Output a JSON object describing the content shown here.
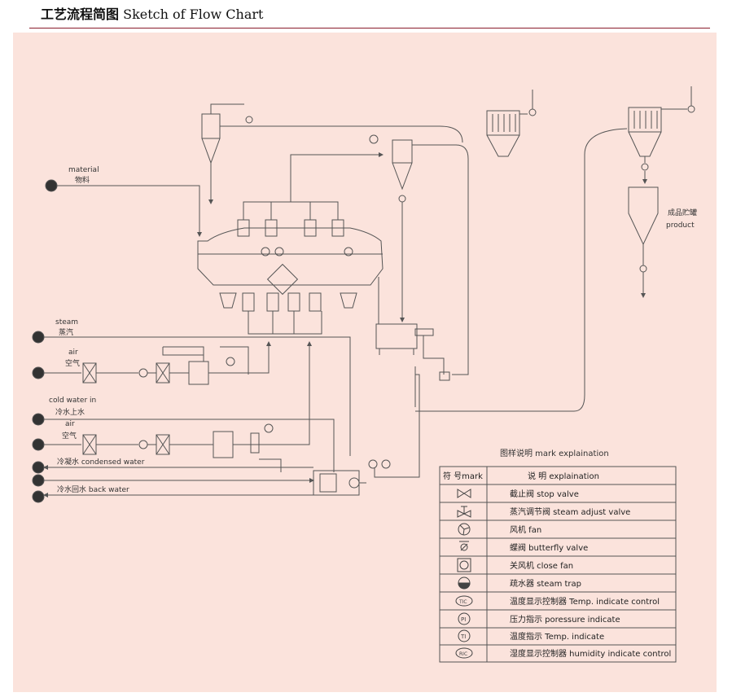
{
  "header": {
    "title_cn": "工艺流程简图",
    "title_en": "Sketch of Flow Chart"
  },
  "labels": {
    "material_en": "material",
    "material_cn": "物料",
    "steam_en": "steam",
    "steam_cn": "蒸汽",
    "air1_en": "air",
    "air1_cn": "空气",
    "cold_en": "cold water in",
    "cold_cn": "冷水上水",
    "air2_en": "air",
    "air2_cn": "空气",
    "condensed": "冷凝水  condensed water",
    "back": "冷水回水  back water",
    "product_cn": "成品贮罐",
    "product_en": "product"
  },
  "legend": {
    "title": "图样说明    mark explaination",
    "col_mark": "符 号mark",
    "col_desc": "说  明   explaination",
    "rows": [
      {
        "icon": "stop-valve-icon",
        "text": "截止阀 stop valve"
      },
      {
        "icon": "steam-adjust-valve-icon",
        "text": "蒸汽调节阀 steam adjust valve"
      },
      {
        "icon": "fan-icon",
        "text": "风机 fan"
      },
      {
        "icon": "butterfly-valve-icon",
        "text": "蝶阀 butterfly valve"
      },
      {
        "icon": "close-fan-icon",
        "text": "关风机  close fan"
      },
      {
        "icon": "steam-trap-icon",
        "text": "疏水器 steam trap"
      },
      {
        "icon": "temp-control-icon",
        "text": "温度显示控制器 Temp. indicate control"
      },
      {
        "icon": "pressure-indicate-icon",
        "text": "压力指示 poressure indicate"
      },
      {
        "icon": "temp-indicate-icon",
        "text": "温度指示 Temp. indicate"
      },
      {
        "icon": "humidity-control-icon",
        "text": "湿度显示控制器 humidity indicate control"
      }
    ]
  }
}
